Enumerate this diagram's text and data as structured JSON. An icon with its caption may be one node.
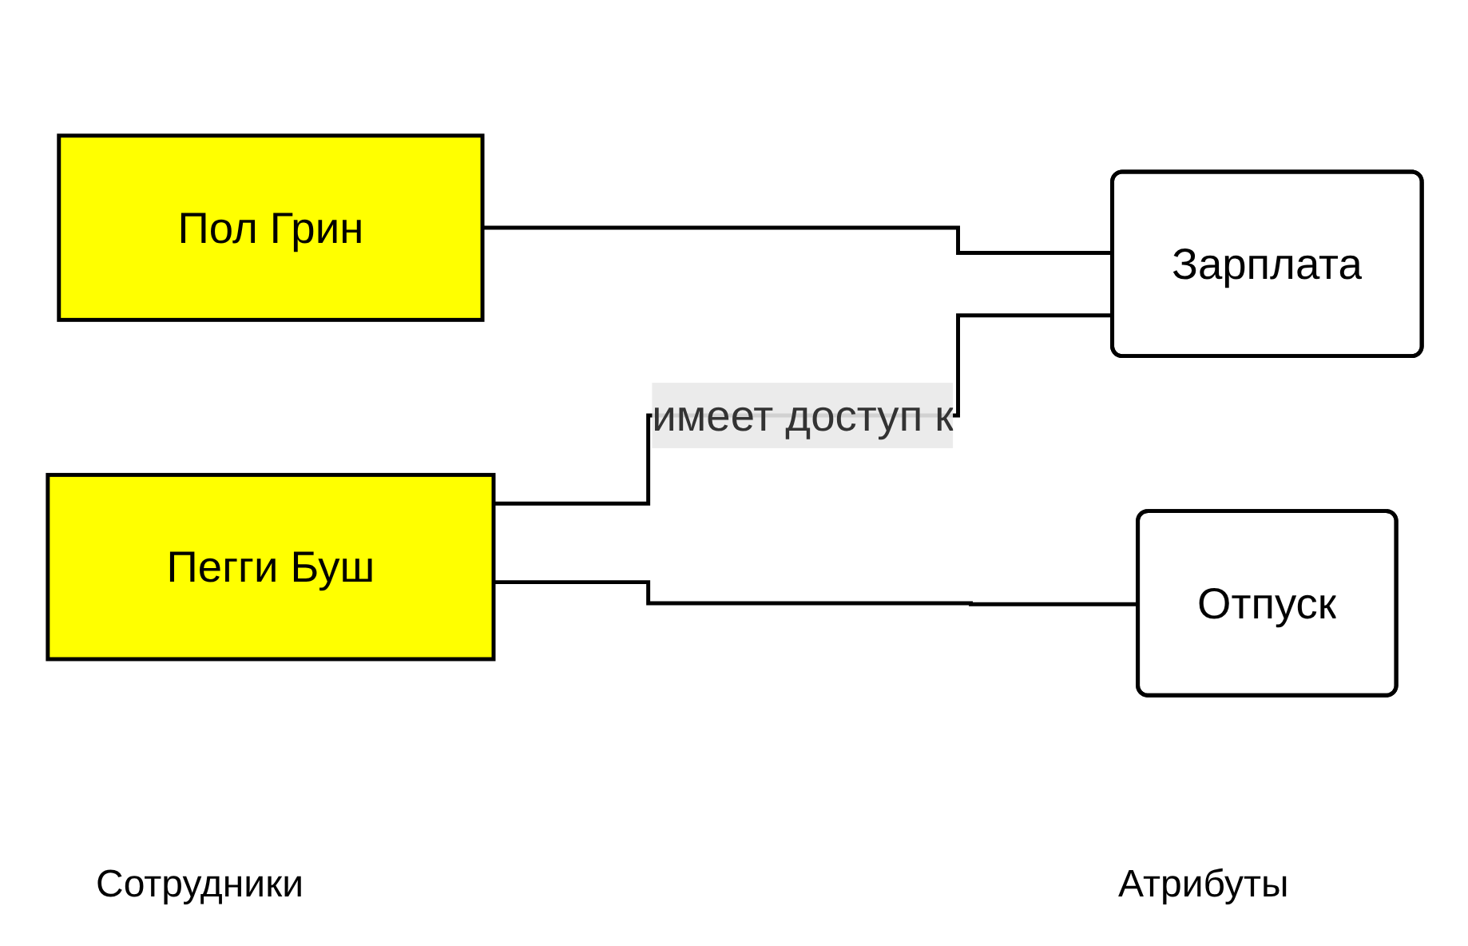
{
  "diagram": {
    "nodes": [
      {
        "text": [
          "Пол Грин"
        ]
      },
      {
        "text": [
          "Пегги Буш"
        ]
      },
      {
        "text": [
          "Зарплата"
        ]
      },
      {
        "text": [
          "Отпуск"
        ]
      }
    ],
    "edges": [
      {
        "from": 0,
        "to": 2,
        "arrow": "none"
      },
      {
        "from": 1,
        "to": 2,
        "arrow": "none",
        "label": "имеет доступ к"
      },
      {
        "from": 1,
        "to": 3,
        "arrow": "none"
      }
    ],
    "labels": [
      "Сотрудники",
      "Атрибуты"
    ]
  }
}
